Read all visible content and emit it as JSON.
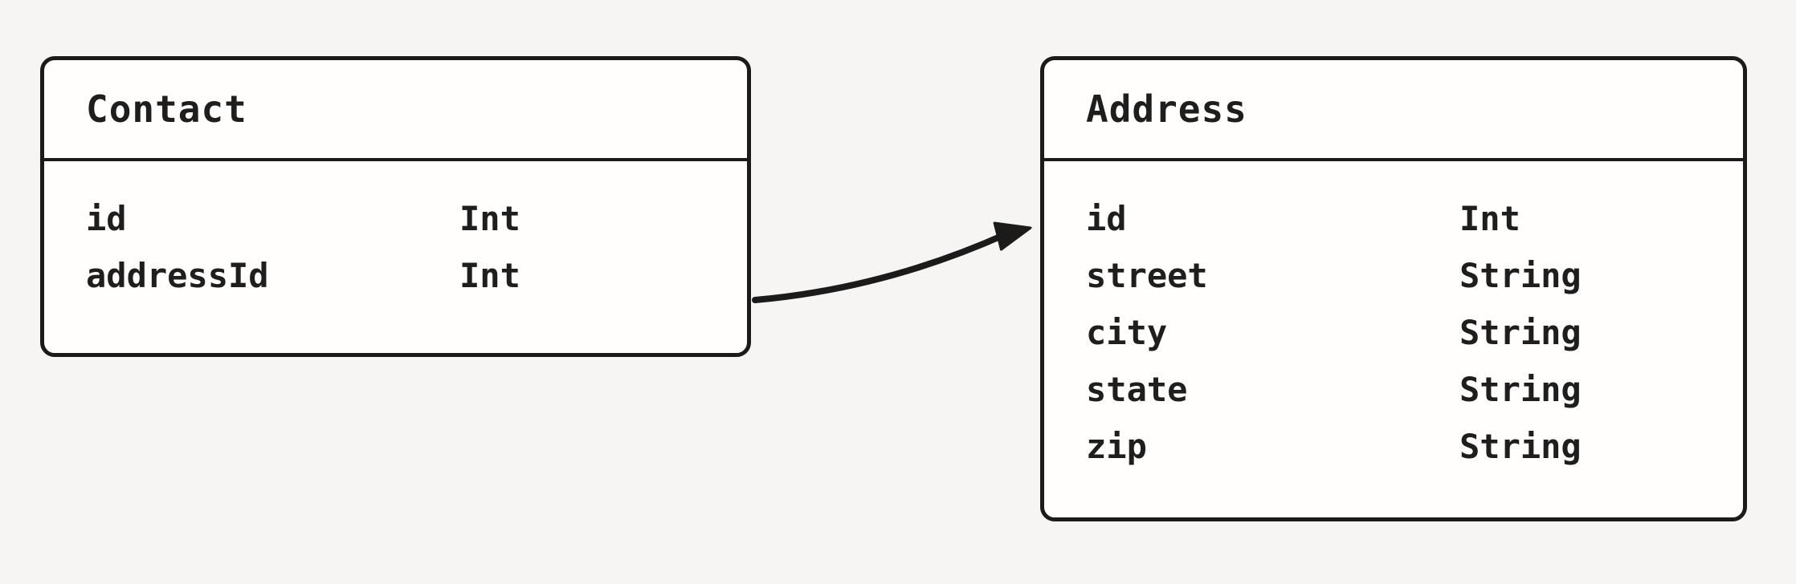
{
  "diagram": {
    "colors": {
      "background": "#f6f5f3",
      "shape_fill": "#fffefc",
      "stroke": "#1b1b1b"
    },
    "entities": [
      {
        "title": "Contact",
        "fields": [
          {
            "name": "id",
            "type": "Int"
          },
          {
            "name": "addressId",
            "type": "Int"
          }
        ]
      },
      {
        "title": "Address",
        "fields": [
          {
            "name": "id",
            "type": "Int"
          },
          {
            "name": "street",
            "type": "String"
          },
          {
            "name": "city",
            "type": "String"
          },
          {
            "name": "state",
            "type": "String"
          },
          {
            "name": "zip",
            "type": "String"
          }
        ]
      }
    ],
    "arrow": {
      "from": "Contact",
      "to": "Address"
    }
  }
}
